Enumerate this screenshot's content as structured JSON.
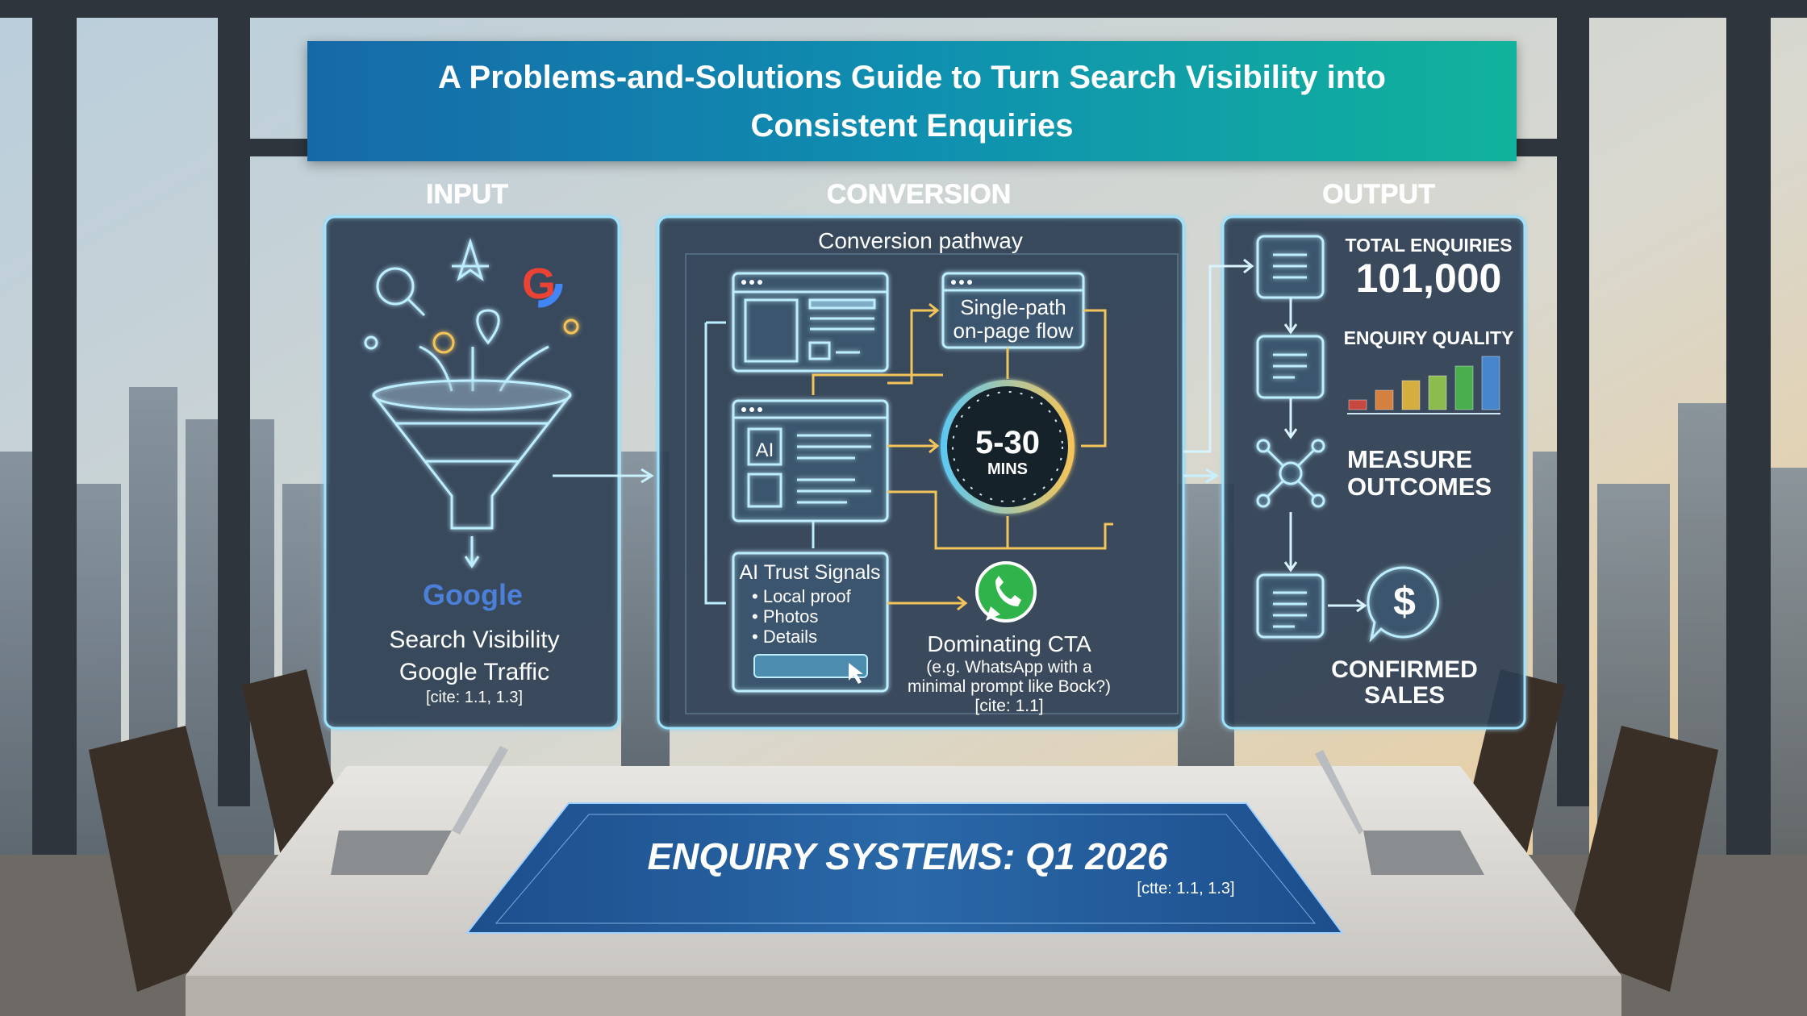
{
  "banner": {
    "title": "A Problems-and-Solutions Guide to Turn Search Visibility into Consistent Enquiries"
  },
  "sections": {
    "input": "INPUT",
    "conversion": "CONVERSION",
    "output": "OUTPUT"
  },
  "input_panel": {
    "icons": [
      "search-icon",
      "sparkle-icon",
      "google-g-icon",
      "location-pin-icon",
      "funnel-icon"
    ],
    "logo_text": "Google",
    "line1": "Search Visibility",
    "line2": "Google Traffic",
    "cite": "[cite: 1.1, 1.3]"
  },
  "conversion_panel": {
    "title": "Conversion pathway",
    "single_path_line1": "Single-path",
    "single_path_line2": "on-page flow",
    "timer_value": "5-30",
    "timer_unit": "MINS",
    "ai_badge": "AI",
    "trust_title": "AI Trust Signals",
    "trust_items": [
      "Local proof",
      "Photos",
      "Details"
    ],
    "cta_title": "Dominating CTA",
    "cta_line1": "(e.g. WhatsApp with a",
    "cta_line2": "minimal prompt like Bock?)",
    "cta_cite": "[cite: 1.1]"
  },
  "output_panel": {
    "total_label": "TOTAL ENQUIRIES",
    "total_value": "101,000",
    "quality_label": "ENQUIRY QUALITY",
    "quality_bars": [
      {
        "color": "#e0463c",
        "level": 1
      },
      {
        "color": "#f08a3a",
        "level": 2
      },
      {
        "color": "#f2be3a",
        "level": 3
      },
      {
        "color": "#9ad04a",
        "level": 3.5
      },
      {
        "color": "#4cbf4a",
        "level": 4.5
      },
      {
        "color": "#4a90e0",
        "level": 5.5
      }
    ],
    "measure_line1": "MEASURE",
    "measure_line2": "OUTCOMES",
    "sales_line1": "CONFIRMED",
    "sales_line2": "SALES"
  },
  "table_sign": {
    "title": "ENQUIRY SYSTEMS: Q1 2026",
    "cite": "[ctte: 1.1, 1.3]"
  },
  "colors": {
    "panel_stroke": "#9fe3ff",
    "accent_gold": "#f3c45a",
    "banner_start": "#1669a8",
    "banner_end": "#11b39c",
    "whatsapp": "#2fb34a"
  }
}
